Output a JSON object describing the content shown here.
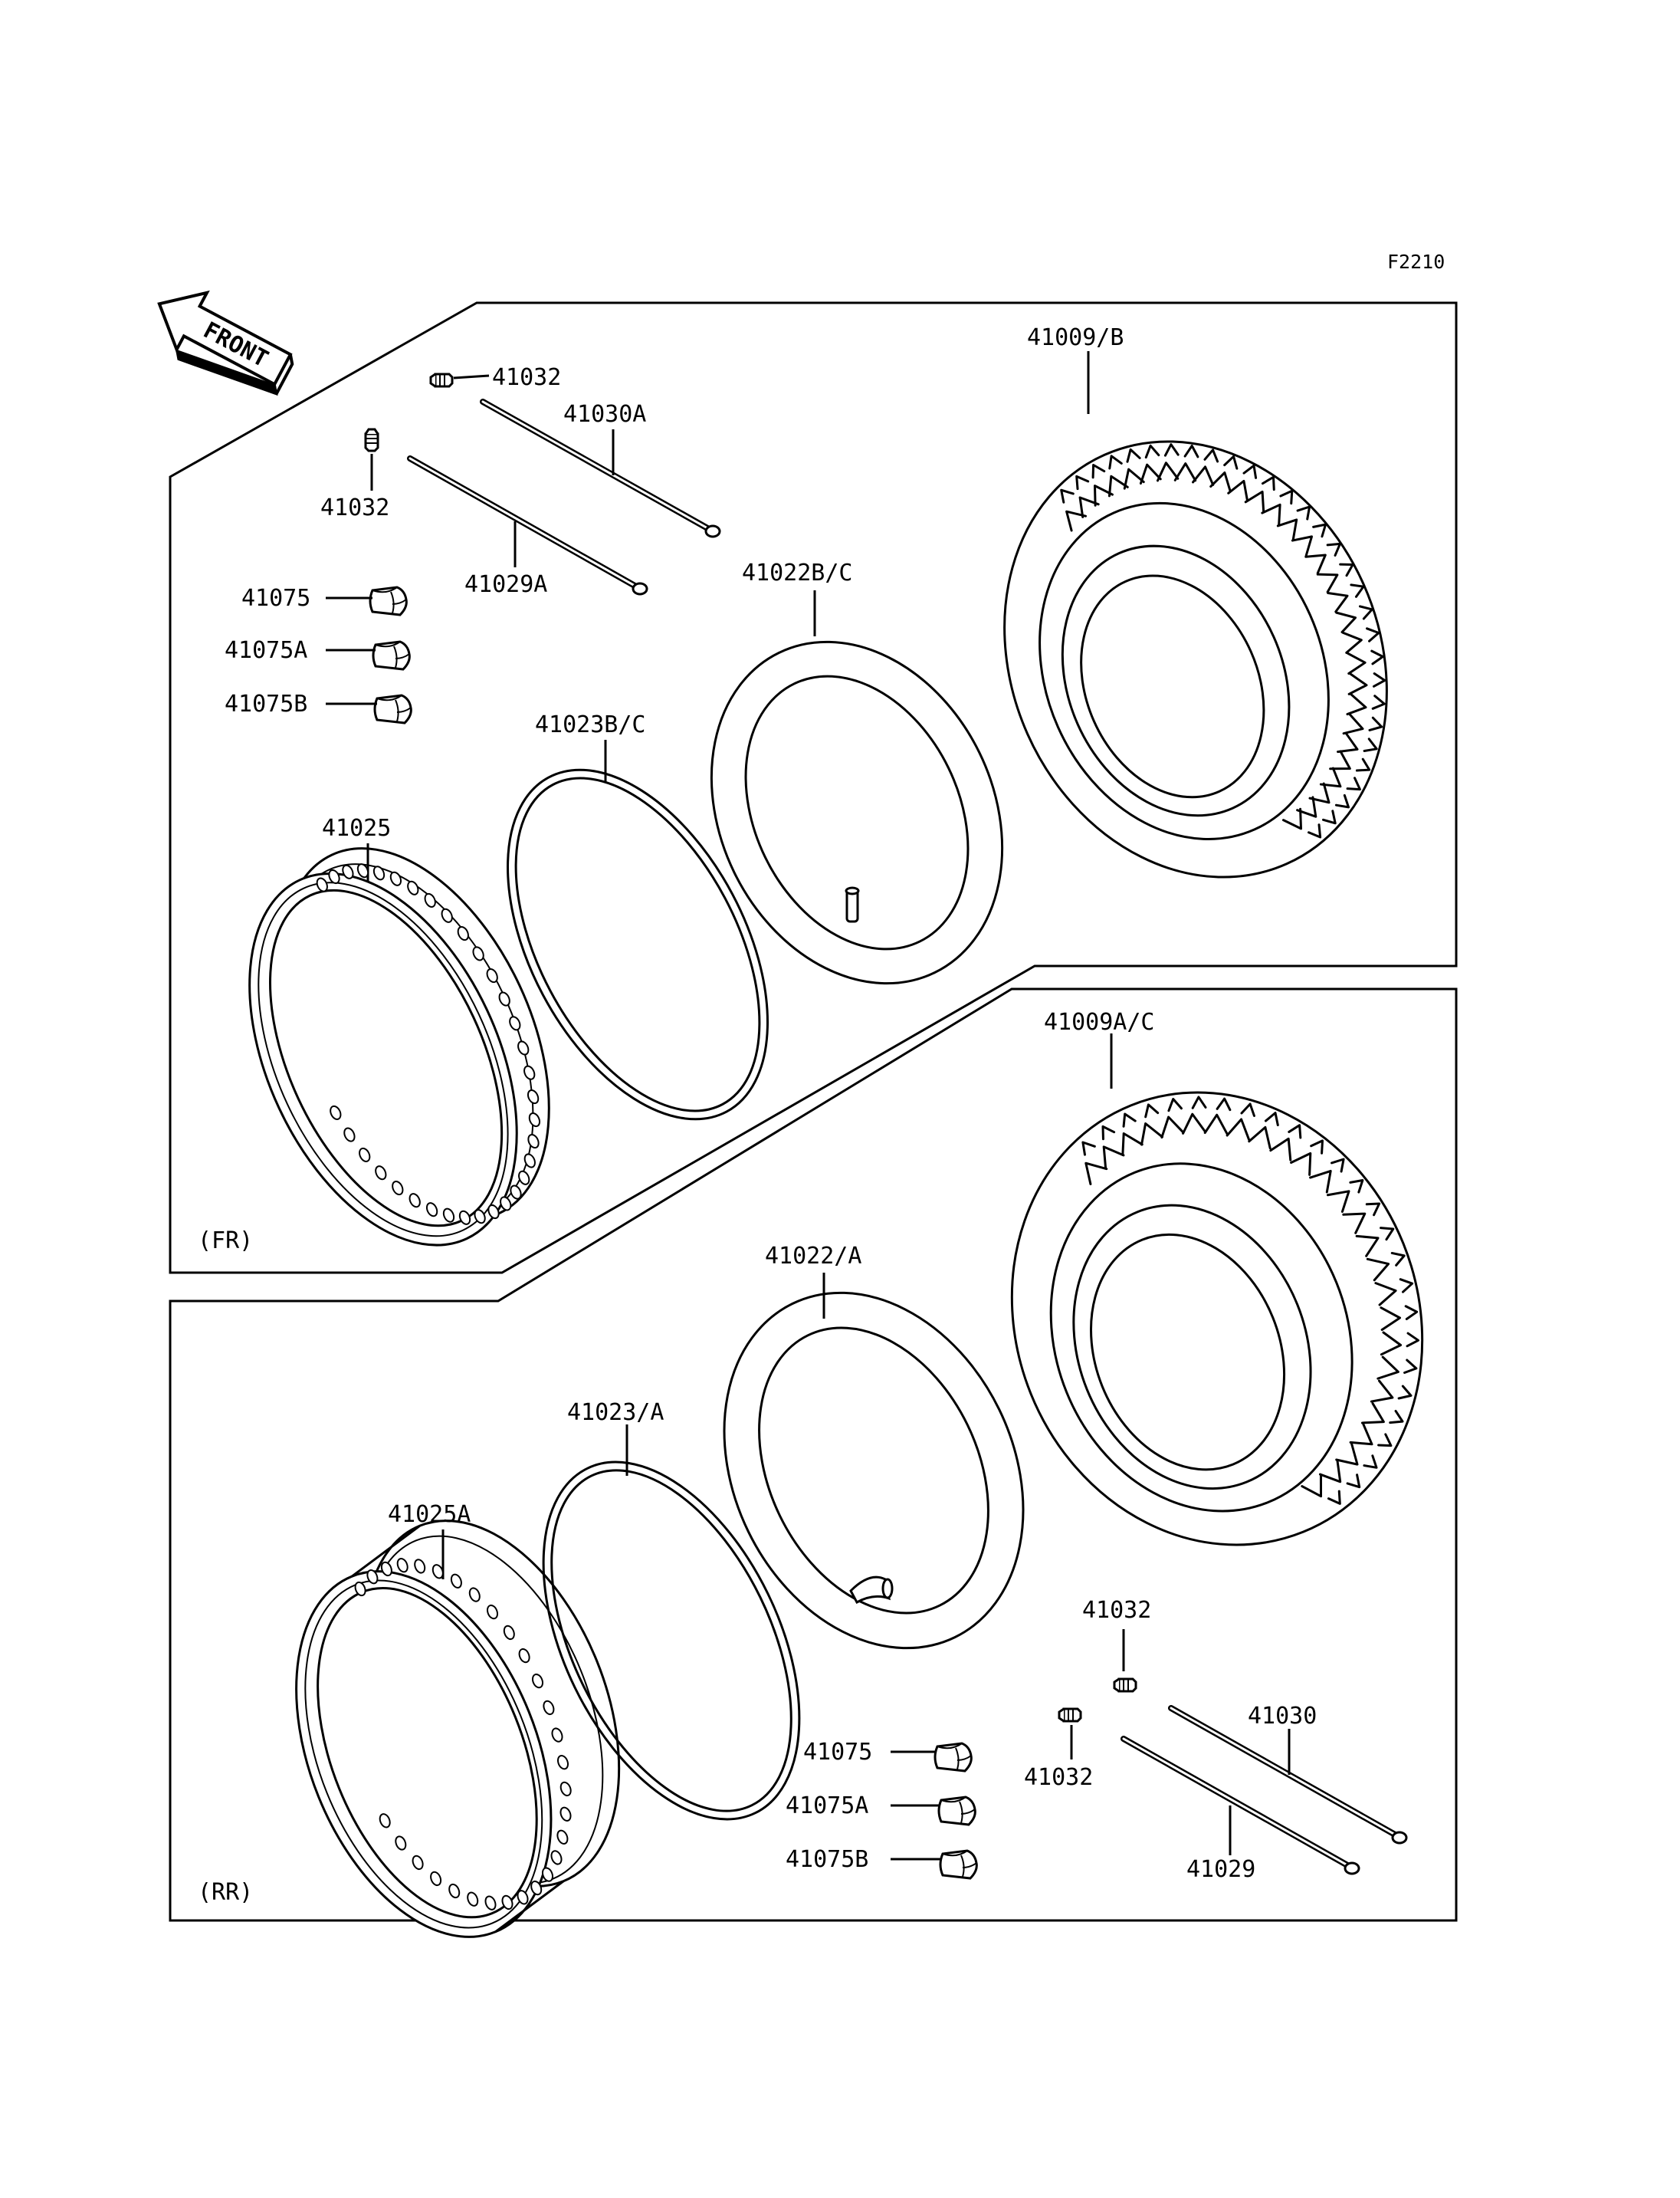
{
  "figure_code": "F2210",
  "front_arrow_label": "FRONT",
  "sections": {
    "front": {
      "label": "(FR)"
    },
    "rear": {
      "label": "(RR)"
    }
  },
  "parts": {
    "front": {
      "tire": "41009/B",
      "tube": "41022B/C",
      "rim_band": "41023B/C",
      "rim": "41025",
      "nipple_top": "41032",
      "nipple_left": "41032",
      "spoke_a": "41030A",
      "spoke_b": "41029A",
      "weight_1": "41075",
      "weight_2": "41075A",
      "weight_3": "41075B"
    },
    "rear": {
      "tire": "41009A/C",
      "tube": "41022/A",
      "rim_band": "41023/A",
      "rim": "41025A",
      "nipple_top": "41032",
      "nipple_left": "41032",
      "spoke_a": "41030",
      "spoke_b": "41029",
      "weight_1": "41075",
      "weight_2": "41075A",
      "weight_3": "41075B"
    }
  }
}
